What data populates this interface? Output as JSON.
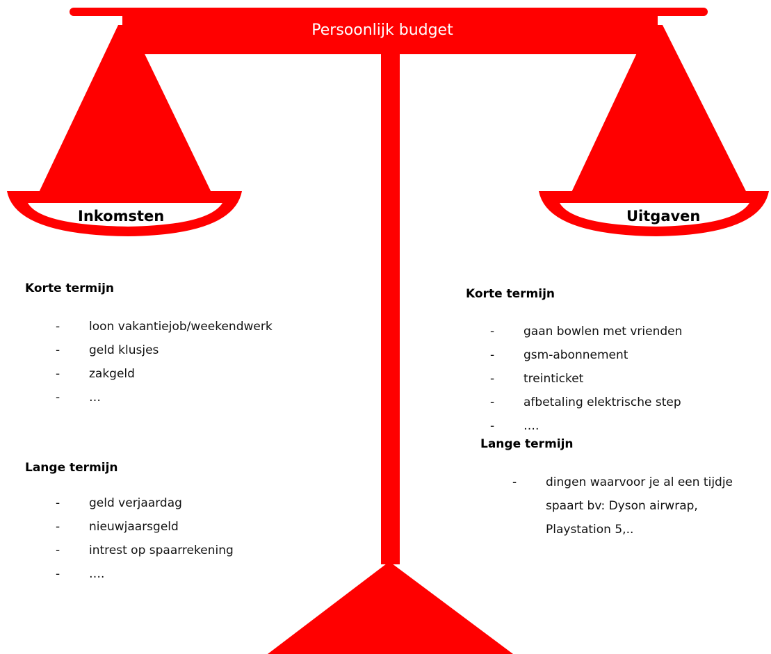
{
  "title": "Persoonlijk budget",
  "colors": {
    "scale_red": "#ff0000",
    "text": "#111111",
    "background": "#ffffff"
  },
  "left_pan": {
    "label": "Inkomsten",
    "short_term": {
      "heading": "Korte termijn",
      "items": [
        {
          "dash": "-",
          "text": "loon vakantiejob/weekendwerk"
        },
        {
          "dash": "-",
          "text": "geld klusjes"
        },
        {
          "dash": "-",
          "text": "zakgeld"
        },
        {
          "dash": "-",
          "text": "…"
        }
      ]
    },
    "long_term": {
      "heading": "Lange termijn",
      "items": [
        {
          "dash": "-",
          "text": "geld verjaardag"
        },
        {
          "dash": "-",
          "text": "nieuwjaarsgeld"
        },
        {
          "dash": "-",
          "text": "intrest op spaarrekening"
        },
        {
          "dash": "-",
          "text": "…."
        }
      ]
    }
  },
  "right_pan": {
    "label": "Uitgaven",
    "short_term": {
      "heading": "Korte termijn",
      "items": [
        {
          "dash": "-",
          "text": "gaan bowlen met vrienden"
        },
        {
          "dash": "-",
          "text": "gsm-abonnement"
        },
        {
          "dash": "-",
          "text": "treinticket"
        },
        {
          "dash": "-",
          "text": "afbetaling elektrische step"
        },
        {
          "dash": "-",
          "text": "…."
        }
      ]
    },
    "long_term": {
      "heading": "Lange termijn",
      "items": [
        {
          "dash": "-",
          "text": "dingen waarvoor je al een tijdje spaart bv: Dyson airwrap, Playstation 5,.."
        }
      ]
    }
  }
}
